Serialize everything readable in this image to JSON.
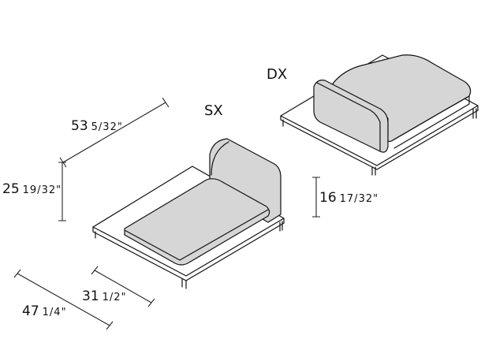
{
  "labels": {
    "sx": "SX",
    "dx": "DX"
  },
  "dimensions": {
    "depth": {
      "whole": "53",
      "fraction": "5/32\""
    },
    "height": {
      "whole": "25",
      "fraction": "19/32\""
    },
    "seat_height": {
      "whole": "16",
      "fraction": "17/32\""
    },
    "seat_width": {
      "whole": "31",
      "fraction": "1/2\""
    },
    "width": {
      "whole": "47",
      "fraction": "1/4\""
    }
  },
  "colors": {
    "cushion": "#d6d6d6",
    "line": "#111111"
  }
}
